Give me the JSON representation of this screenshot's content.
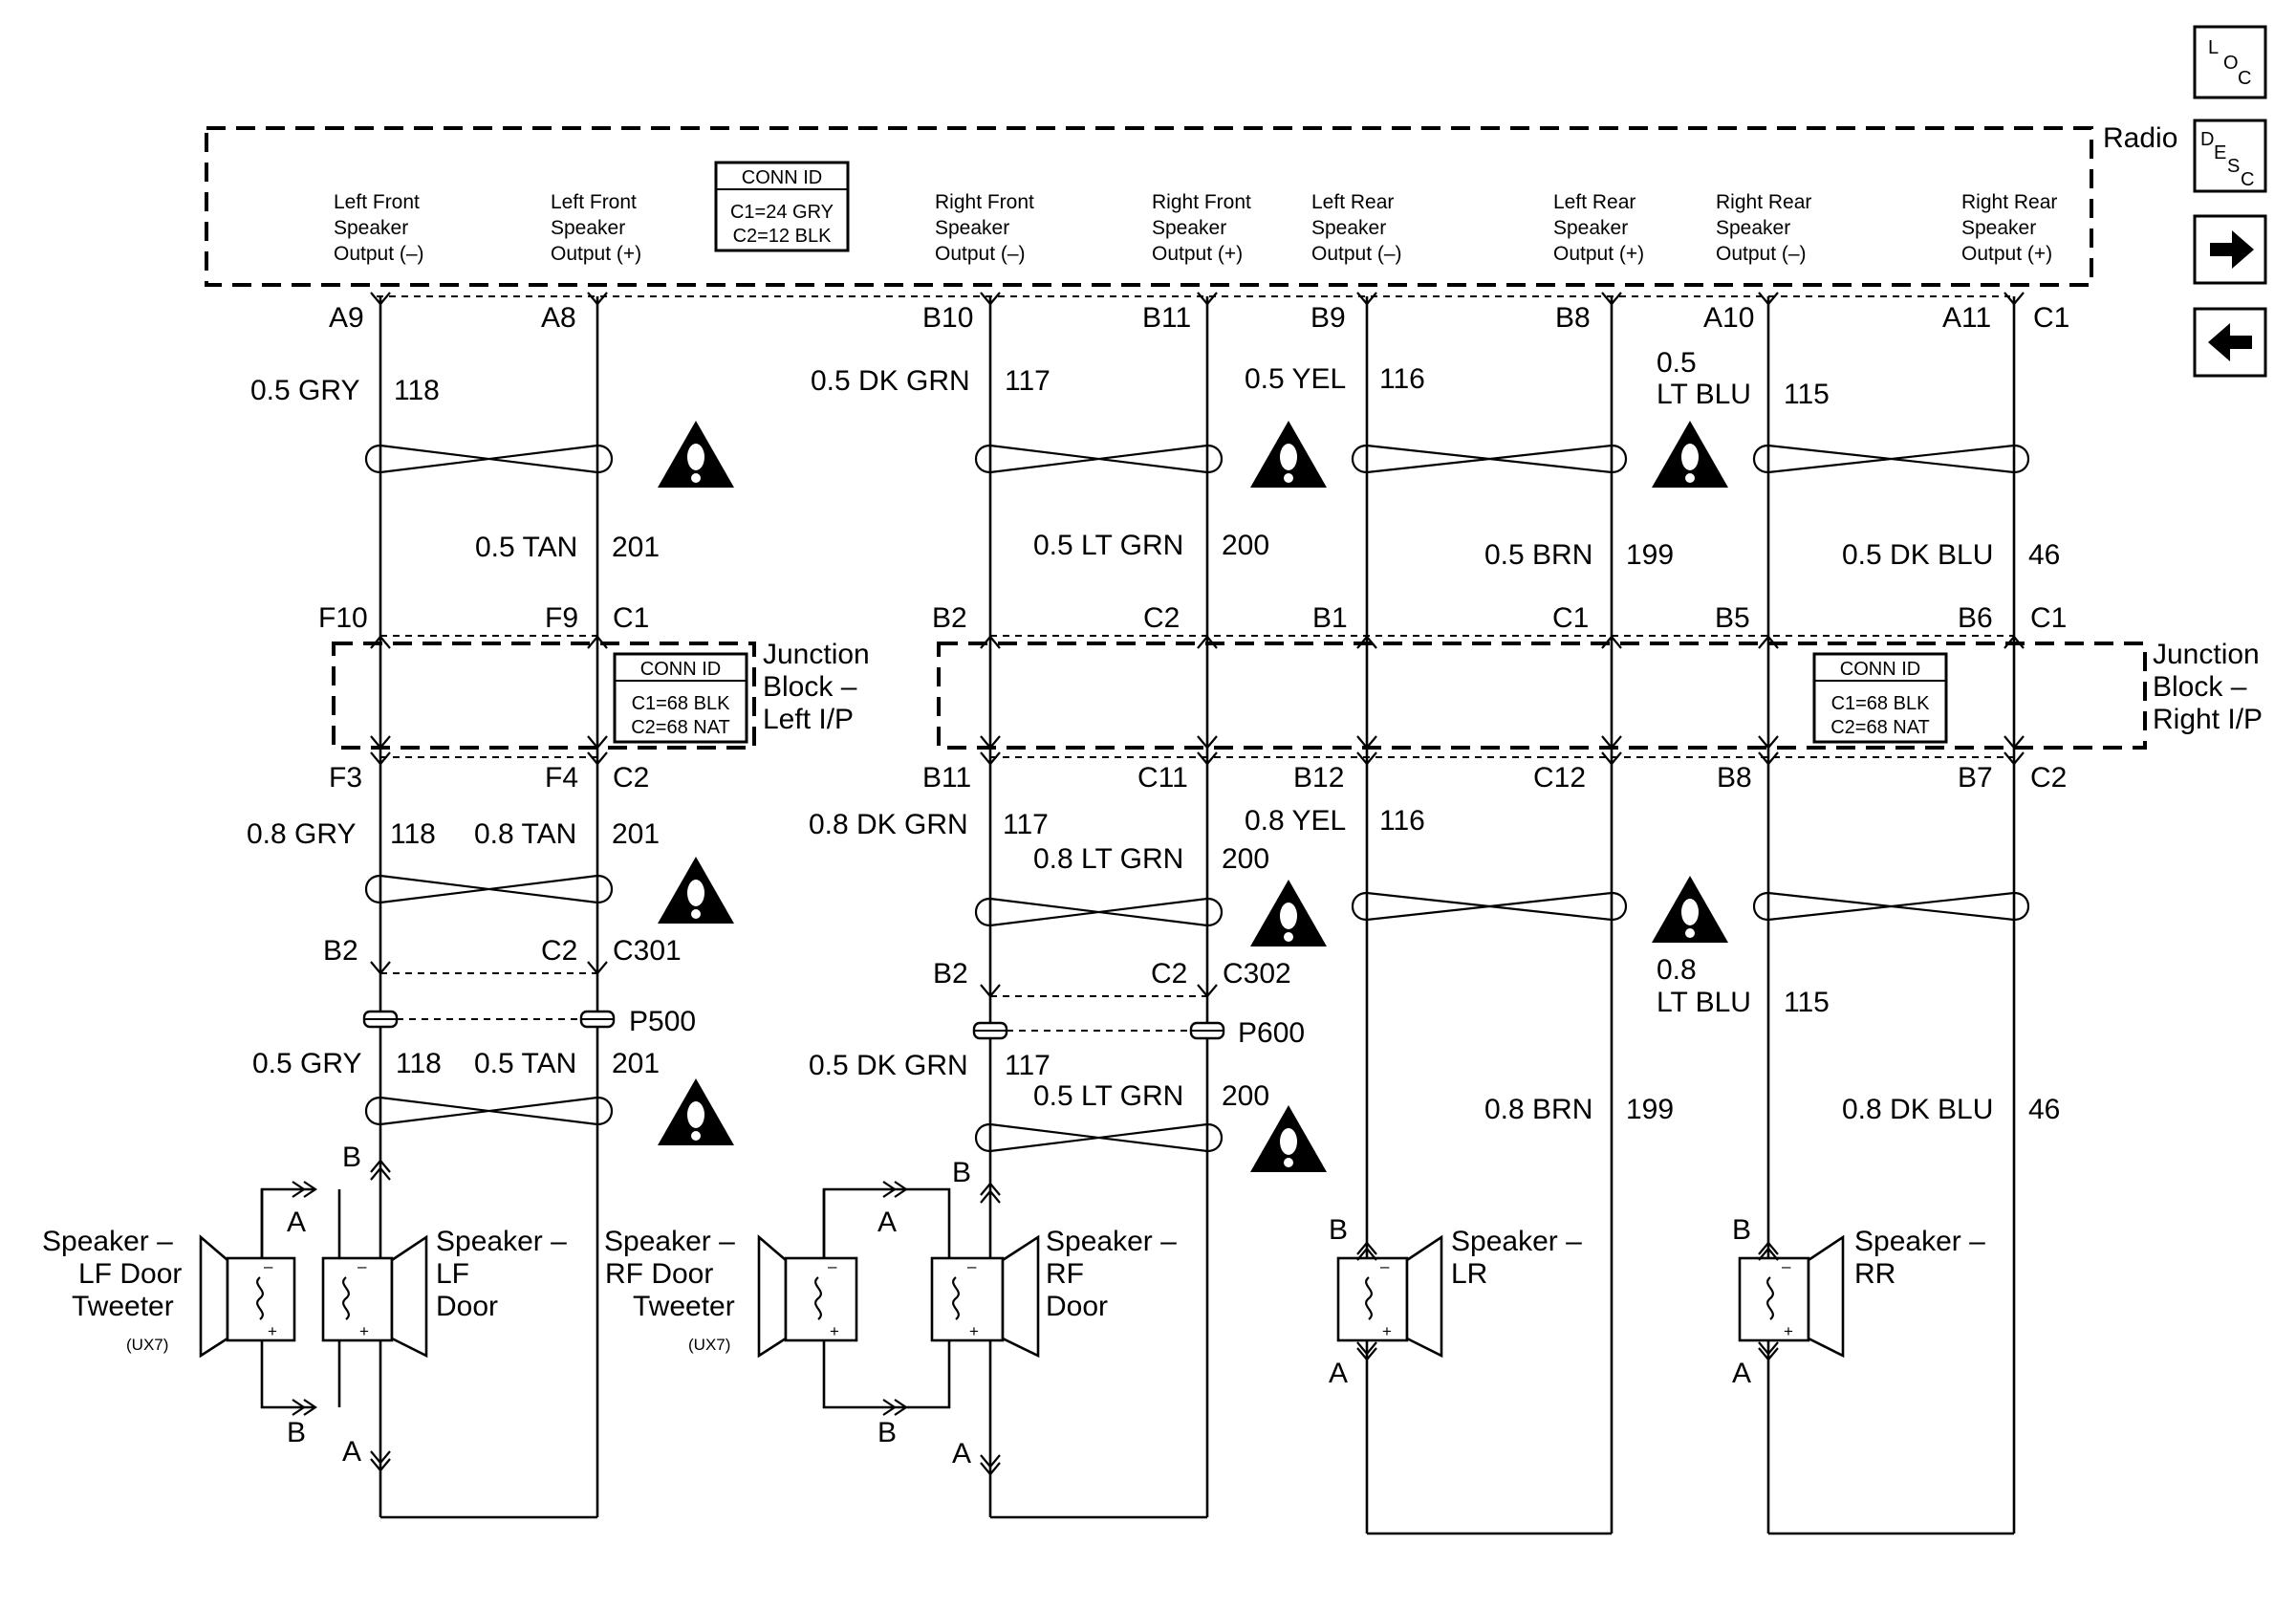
{
  "nav": {
    "loc": {
      "l1": "L",
      "l2": "O",
      "l3": "C"
    },
    "desc": {
      "l1": "D",
      "l2": "E",
      "l3": "S",
      "l4": "C"
    },
    "next_icon": "right-arrow-icon",
    "prev_icon": "left-arrow-icon"
  },
  "radio": {
    "title": "Radio",
    "conn_id": {
      "title": "CONN ID",
      "c1": "C1=24 GRY",
      "c2": "C2=12 BLK"
    },
    "outputs": [
      {
        "l1": "Left Front",
        "l2": "Speaker",
        "l3": "Output (–)"
      },
      {
        "l1": "Left Front",
        "l2": "Speaker",
        "l3": "Output (+)"
      },
      {
        "l1": "Right Front",
        "l2": "Speaker",
        "l3": "Output (–)"
      },
      {
        "l1": "Right Front",
        "l2": "Speaker",
        "l3": "Output (+)"
      },
      {
        "l1": "Left Rear",
        "l2": "Speaker",
        "l3": "Output (–)"
      },
      {
        "l1": "Left Rear",
        "l2": "Speaker",
        "l3": "Output (+)"
      },
      {
        "l1": "Right Rear",
        "l2": "Speaker",
        "l3": "Output (–)"
      },
      {
        "l1": "Right Rear",
        "l2": "Speaker",
        "l3": "Output (+)"
      }
    ],
    "pins": [
      "A9",
      "A8",
      "B10",
      "B11",
      "B9",
      "B8",
      "A10",
      "A11"
    ],
    "connector": "C1"
  },
  "wires_top": [
    {
      "gauge": "0.5 GRY",
      "circuit": "118"
    },
    {
      "gauge": "0.5 TAN",
      "circuit": "201"
    },
    {
      "gauge": "0.5 DK GRN",
      "circuit": "117"
    },
    {
      "gauge": "0.5 LT GRN",
      "circuit": "200"
    },
    {
      "gauge": "0.5 YEL",
      "circuit": "116"
    },
    {
      "gauge": "0.5 BRN",
      "circuit": "199"
    },
    {
      "gauge_l1": "0.5",
      "gauge_l2": "LT BLU",
      "circuit": "115"
    },
    {
      "gauge": "0.5 DK BLU",
      "circuit": "46"
    }
  ],
  "jb_left": {
    "title_l1": "Junction",
    "title_l2": "Block –",
    "title_l3": "Left I/P",
    "conn_id": {
      "title": "CONN ID",
      "c1": "C1=68 BLK",
      "c2": "C2=68 NAT"
    },
    "pins_top": [
      "F10",
      "F9",
      "C1"
    ],
    "pins_bottom": [
      "F3",
      "F4",
      "C2"
    ]
  },
  "jb_right": {
    "title_l1": "Junction",
    "title_l2": "Block –",
    "title_l3": "Right I/P",
    "conn_id": {
      "title": "CONN ID",
      "c1": "C1=68 BLK",
      "c2": "C2=68 NAT"
    },
    "pins_top": [
      "B2",
      "C2",
      "B1",
      "C1",
      "B5",
      "B6",
      "C1"
    ],
    "pins_bottom": [
      "B11",
      "C11",
      "B12",
      "C12",
      "B8",
      "B7",
      "C2"
    ]
  },
  "wires_mid": [
    {
      "gauge": "0.8 GRY",
      "circuit": "118"
    },
    {
      "gauge": "0.8 TAN",
      "circuit": "201"
    },
    {
      "gauge": "0.8 DK GRN",
      "circuit": "117"
    },
    {
      "gauge": "0.8 LT GRN",
      "circuit": "200"
    },
    {
      "gauge": "0.8 YEL",
      "circuit": "116"
    },
    {
      "gauge_l1": "0.8",
      "gauge_l2": "LT BLU",
      "circuit": "115"
    },
    {
      "gauge": "0.8 BRN",
      "circuit": "199"
    },
    {
      "gauge": "0.8 DK BLU",
      "circuit": "46"
    }
  ],
  "c301": {
    "pin_left": "B2",
    "pin_right": "C2",
    "name": "C301",
    "splice": "P500"
  },
  "c302": {
    "pin_left": "B2",
    "pin_right": "C2",
    "name": "C302",
    "splice": "P600"
  },
  "wires_low": [
    {
      "gauge": "0.5 GRY",
      "circuit": "118"
    },
    {
      "gauge": "0.5 TAN",
      "circuit": "201"
    },
    {
      "gauge": "0.5 DK GRN",
      "circuit": "117"
    },
    {
      "gauge": "0.5 LT GRN",
      "circuit": "200"
    }
  ],
  "speakers": {
    "lf_tweeter": {
      "l1": "Speaker –",
      "l2": "LF Door",
      "l3": "Tweeter",
      "option": "(UX7)"
    },
    "lf_door": {
      "l1": "Speaker –",
      "l2": "LF",
      "l3": "Door"
    },
    "rf_tweeter": {
      "l1": "Speaker –",
      "l2": "RF Door",
      "l3": "Tweeter",
      "option": "(UX7)"
    },
    "rf_door": {
      "l1": "Speaker –",
      "l2": "RF",
      "l3": "Door"
    },
    "lr": {
      "l1": "Speaker –",
      "l2": "LR"
    },
    "rr": {
      "l1": "Speaker –",
      "l2": "RR"
    }
  },
  "terminals": {
    "a": "A",
    "b": "B",
    "minus": "–",
    "plus": "+"
  }
}
